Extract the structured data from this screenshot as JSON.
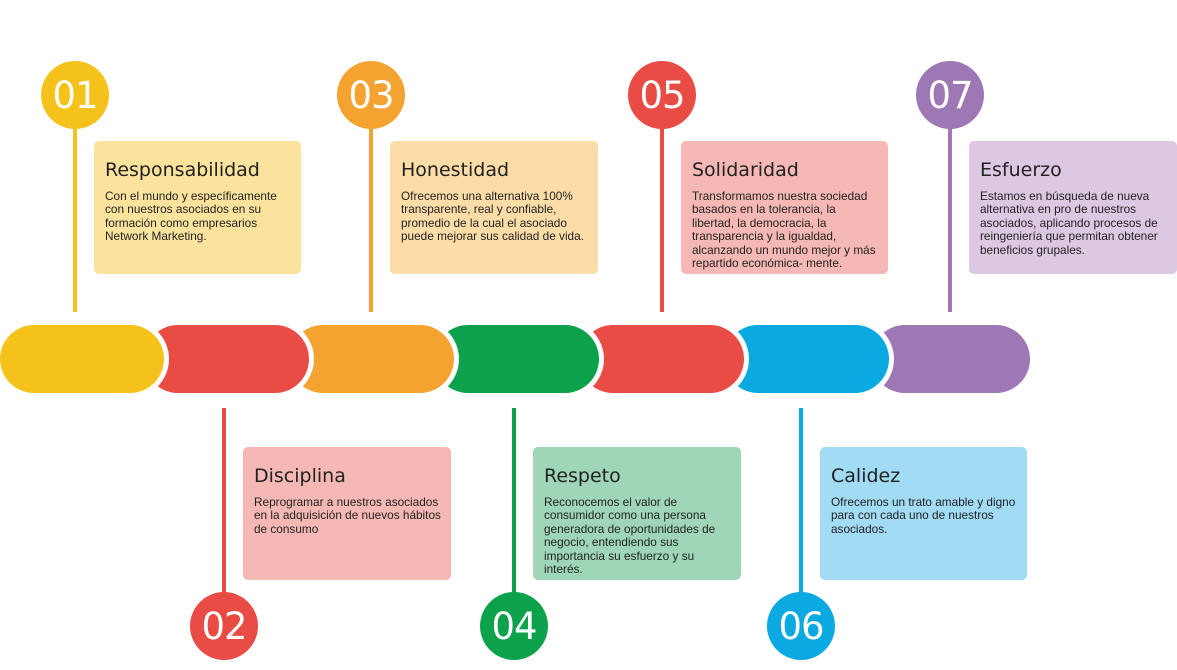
{
  "steps": [
    {
      "number": "01",
      "title": "Responsabilidad",
      "color": "#F5C21B",
      "card_color": "#FBE39D",
      "text": "Con el mundo y específicamente con nuestros asociados en su formación como empresarios Network Marketing."
    },
    {
      "number": "02",
      "title": "Disciplina",
      "color": "#E84C44",
      "card_color": "#F5B8B4",
      "text": "Reprogramar a nuestros asociados en la adquisición de nuevos hábitos de consumo"
    },
    {
      "number": "03",
      "title": "Honestidad",
      "color": "#F4A331",
      "card_color": "#FCDDA8",
      "text": "Ofrecemos una alternativa 100% transparente, real y confiable, promedio de la cual el asociado puede mejorar sus calidad de vida."
    },
    {
      "number": "04",
      "title": "Respeto",
      "color": "#0DA14B",
      "card_color": "#9FD6B8",
      "text": "Reconocemos el valor de consumidor como una persona generadora de oportunidades de negocio, entendiendo sus importancia su esfuerzo y su interés."
    },
    {
      "number": "05",
      "title": "Solidaridad",
      "color": "#E84C44",
      "card_color": "#F5B8B4",
      "text": "Transformamos nuestra sociedad basados en la tolerancia, la libertad, la democracia, la transparencia y la igualdad, alcanzando un mundo mejor y más repartido económica- mente."
    },
    {
      "number": "06",
      "title": "Calidez",
      "color": "#0AA9E2",
      "card_color": "#A1DBF4",
      "text": "Ofrecemos un trato amable y digno para con cada uno de nuestros asociados."
    },
    {
      "number": "07",
      "title": "Esfuerzo",
      "color": "#9E77B5",
      "card_color": "#DCC8E3",
      "text": "Estamos en búsqueda de nueva alternativa en pro de nuestros asociados, aplicando procesos de reingeniería que permitan obtener beneficios grupales."
    }
  ]
}
